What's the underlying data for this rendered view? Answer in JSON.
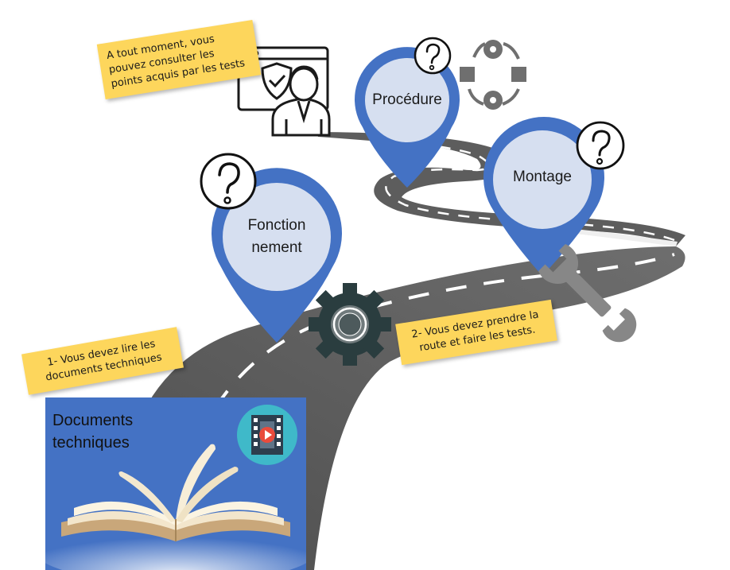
{
  "notes": {
    "top_left": "A tout moment, vous\npouvez consulter les\npoints acquis par les tests",
    "step1": "1- Vous devez lire les\ndocuments techniques",
    "step2": "2- Vous devez prendre la\nroute et faire les tests."
  },
  "pins": {
    "fonctionnement": "Fonction\nnement",
    "procedure": "Procédure",
    "montage": "Montage"
  },
  "docs_panel": {
    "title": "Documents\ntechniques",
    "icons": [
      "open-book-icon",
      "film-play-icon"
    ]
  },
  "icons": [
    "help-question-icon",
    "security-shield-person-icon",
    "process-cycle-icon",
    "gear-icon",
    "wrench-icon"
  ],
  "colors": {
    "pin": "#4472c4",
    "pin_inner": "#d6dff0",
    "road": "#595959",
    "note": "#fdd65c",
    "panel": "#4472c4"
  }
}
